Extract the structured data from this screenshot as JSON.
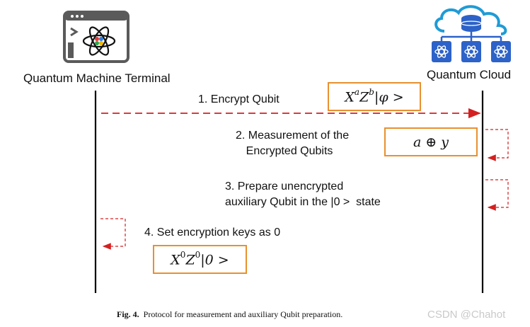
{
  "actors": {
    "left": {
      "name": "Quantum Machine Terminal",
      "icon": "quantum-terminal-icon"
    },
    "right": {
      "name": "Quantum Cloud",
      "icon": "quantum-cloud-icon"
    }
  },
  "steps": [
    {
      "label": "1. Encrypt Qubit",
      "formula": "X^a Z^b |φ >"
    },
    {
      "label_line1": "2. Measurement of the",
      "label_line2": "Encrypted Qubits",
      "formula": "a ⊕ y"
    },
    {
      "label_line1": "3. Prepare unencrypted",
      "label_line2": "auxiliary Qubit in the |0 >  state"
    },
    {
      "label": "4. Set encryption keys as 0",
      "formula": "X^0 Z^0 |0 >"
    }
  ],
  "caption": {
    "fig": "Fig. 4.",
    "text": "Protocol for measurement and auxiliary Qubit preparation."
  },
  "watermark": "CSDN @Chahot",
  "colors": {
    "arrow": "#d42020",
    "box_border": "#e8902f",
    "lifeline": "#000000",
    "icon_blue": "#2d62c8"
  }
}
